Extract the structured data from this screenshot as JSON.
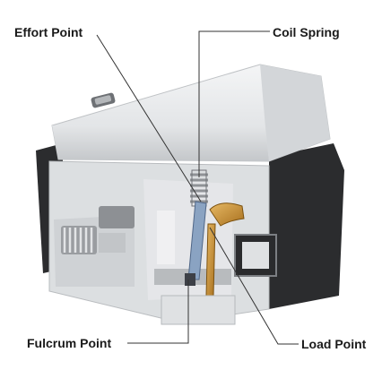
{
  "labels": {
    "effort": "Effort Point",
    "coil": "Coil Spring",
    "fulcrum": "Fulcrum Point",
    "load": "Load Point"
  },
  "colors": {
    "housing_light": "#e9ebec",
    "housing_shadow": "#c9cccf",
    "base_dark": "#2b2c2e",
    "interior_translucent": "#d8dadc",
    "lever_blue": "#8aa3c2",
    "contact_gold": "#c9902c",
    "leader_line": "#333333"
  },
  "icons": {
    "spring_left": "coil-spring-icon",
    "spring_center": "coil-spring-icon"
  }
}
